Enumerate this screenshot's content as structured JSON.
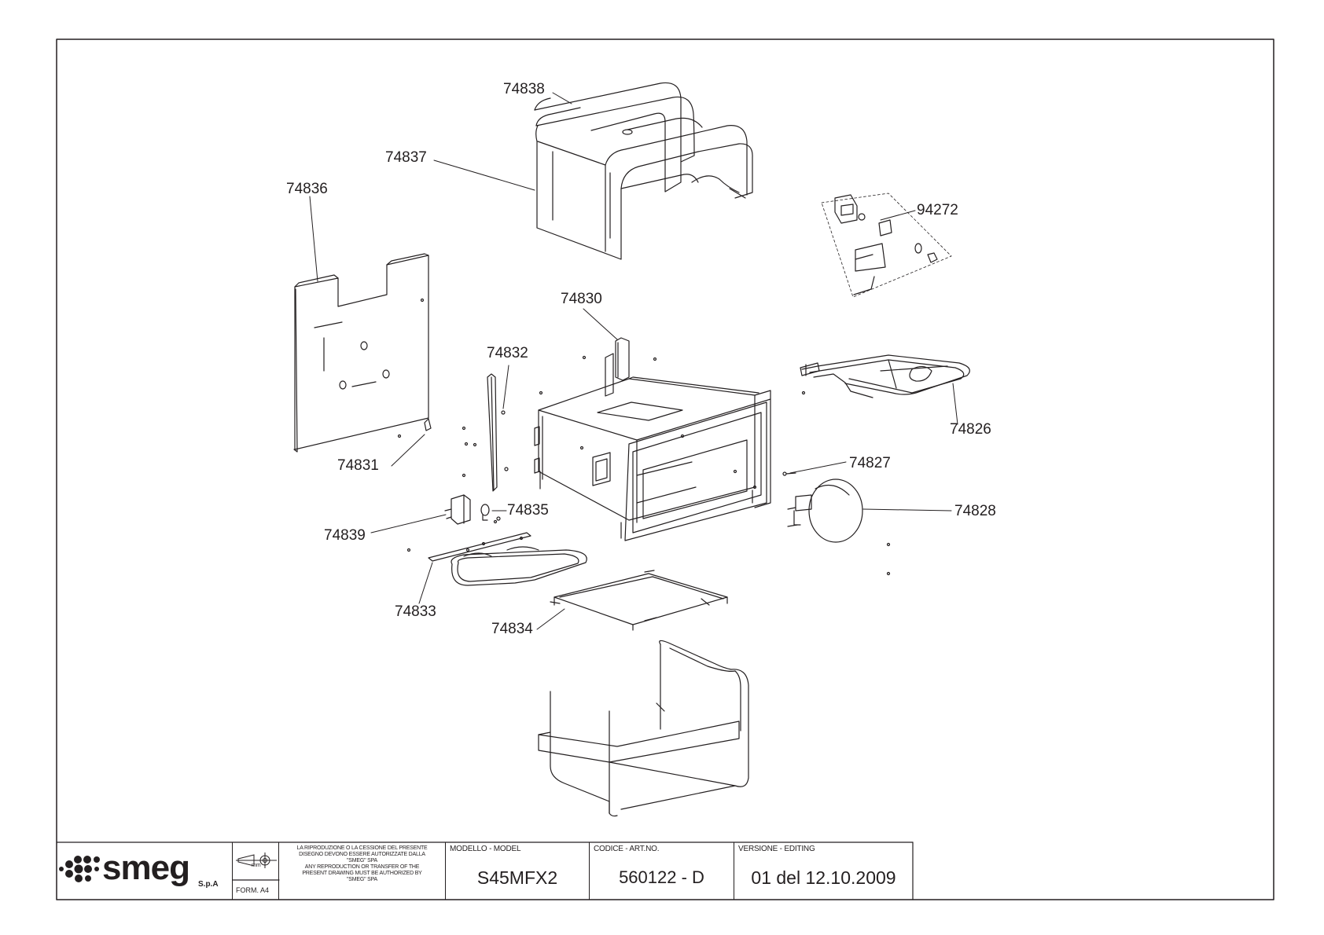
{
  "drawing": {
    "callouts": [
      {
        "id": "c74838",
        "label": "74838"
      },
      {
        "id": "c74837",
        "label": "74837"
      },
      {
        "id": "c74836",
        "label": "74836"
      },
      {
        "id": "c94272",
        "label": "94272"
      },
      {
        "id": "c74830",
        "label": "74830"
      },
      {
        "id": "c74832",
        "label": "74832"
      },
      {
        "id": "c74826",
        "label": "74826"
      },
      {
        "id": "c74831",
        "label": "74831"
      },
      {
        "id": "c74827",
        "label": "74827"
      },
      {
        "id": "c74835",
        "label": "74835"
      },
      {
        "id": "c74828",
        "label": "74828"
      },
      {
        "id": "c74839",
        "label": "74839"
      },
      {
        "id": "c74833",
        "label": "74833"
      },
      {
        "id": "c74834",
        "label": "74834"
      }
    ]
  },
  "titleblock": {
    "logo": {
      "brand": "smeg",
      "suffix": "S.p.A"
    },
    "projection": {
      "unit": "mm",
      "format": "FORM. A4"
    },
    "disclaimer_it": [
      "LA RIPRODUZIONE O LA CESSIONE DEL PRESENTE",
      "DISEGNO DEVONO ESSERE AUTORIZZATE DALLA",
      "\"SMEG\" SPA"
    ],
    "disclaimer_en": [
      "ANY REPRODUCTION OR TRANSFER OF THE",
      "PRESENT DRAWING MUST BE AUTHORIZED BY",
      "\"SMEG\" SPA"
    ],
    "model_header": "MODELLO - MODEL",
    "model_value": "S45MFX2",
    "code_header": "CODICE - ART.NO.",
    "code_value": "560122 - D",
    "version_header": "VERSIONE - EDITING",
    "version_value": "01 del 12.10.2009"
  },
  "colors": {
    "ink": "#231f20",
    "paper": "#ffffff"
  }
}
